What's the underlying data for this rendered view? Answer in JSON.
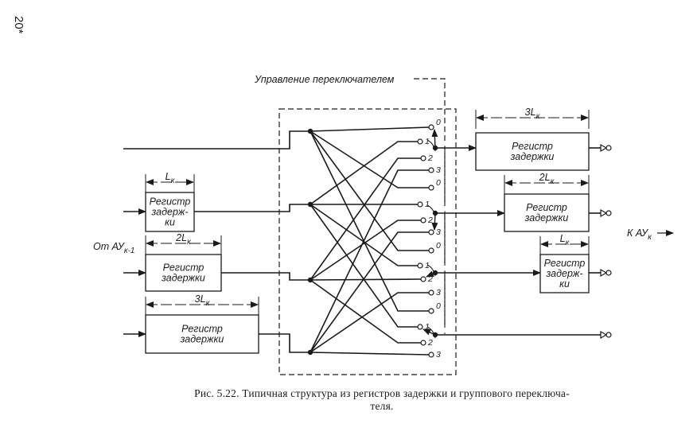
{
  "page": {
    "page_number": "20*"
  },
  "diagram": {
    "control_label": "Управление переключателем",
    "source_label": "От АУ",
    "source_sub": "к-1",
    "dest_label": "К АУ",
    "dest_sub": "к",
    "inputs": [
      {
        "register": null
      },
      {
        "register": {
          "lines": [
            "Регистр",
            "задерж-",
            "ки"
          ],
          "length": "L",
          "length_sub": "к"
        }
      },
      {
        "register": {
          "lines": [
            "Регистр",
            "задержки"
          ],
          "length": "2L",
          "length_sub": "к"
        }
      },
      {
        "register": {
          "lines": [
            "Регистр",
            "задержки"
          ],
          "length": "3L",
          "length_sub": "к"
        }
      }
    ],
    "outputs": [
      {
        "register": {
          "lines": [
            "Регистр",
            "задержки"
          ],
          "length": "3L",
          "length_sub": "к"
        },
        "selected_position": "0"
      },
      {
        "register": {
          "lines": [
            "Регистр",
            "задержки"
          ],
          "length": "2L",
          "length_sub": "к"
        },
        "selected_position": "3"
      },
      {
        "register": {
          "lines": [
            "Регистр",
            "задерж-",
            "ки"
          ],
          "length": "L",
          "length_sub": "к"
        },
        "selected_position": "2"
      },
      {
        "register": null,
        "selected_position": "1"
      }
    ],
    "switch_positions": [
      "0",
      "1",
      "2",
      "3"
    ]
  },
  "caption": {
    "line1": "Рис. 5.22. Типичная структура из регистров задержки и группового переключа-",
    "line2": "теля."
  }
}
